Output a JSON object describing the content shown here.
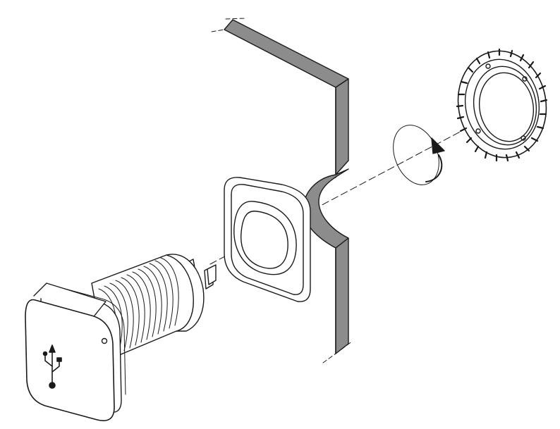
{
  "diagram": {
    "kind": "exploded-installation-view",
    "labels": [],
    "parts": [
      {
        "id": "usb-socket",
        "icon": "usb-icon"
      },
      {
        "id": "gasket"
      },
      {
        "id": "panel"
      },
      {
        "id": "rotation-arrow"
      },
      {
        "id": "lock-nut"
      }
    ],
    "colors": {
      "line": "#1a1a1a",
      "panel_fill": "#8c8c8c",
      "background": "#ffffff"
    }
  }
}
